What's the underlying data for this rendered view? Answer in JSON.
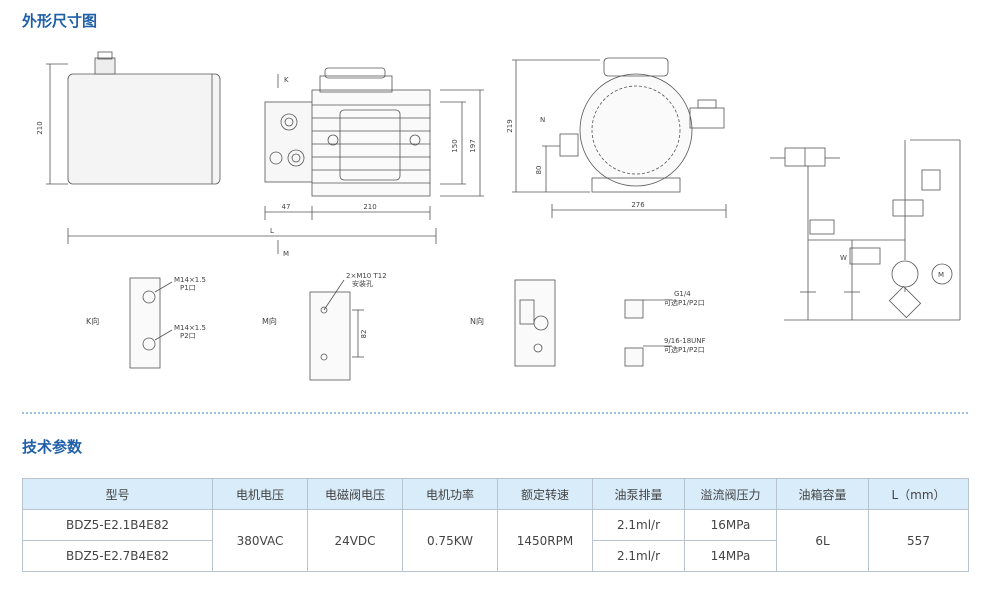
{
  "sections": {
    "dimensions_title": "外形尺寸图",
    "specs_title": "技术参数"
  },
  "drawing": {
    "front_view": {
      "dim_height_total": "210",
      "dim_k": "K",
      "dim_150": "150",
      "dim_197": "197",
      "dim_47": "47",
      "dim_210": "210",
      "dim_l": "L",
      "dim_m": "M"
    },
    "side_view": {
      "dim_219": "219",
      "dim_n": "N",
      "dim_80": "80",
      "dim_276": "276"
    },
    "k_view": {
      "label": "K向",
      "port1_thread": "M14×1.5",
      "port1_name": "P1口",
      "port2_thread": "M14×1.5",
      "port2_name": "P2口"
    },
    "m_view": {
      "label": "M向",
      "mount_note_1": "2×M10 T12",
      "mount_note_2": "安装孔",
      "dim_82": "82"
    },
    "n_view": {
      "label": "N向"
    },
    "port_details": {
      "g14_label": "G1/4",
      "g14_note": "可选P1/P2口",
      "unf_label": "9/16-18UNF",
      "unf_note": "可选P1/P2口"
    },
    "schematic": {
      "label_w": "W",
      "motor_label": "M"
    }
  },
  "table": {
    "headers": [
      "型号",
      "电机电压",
      "电磁阀电压",
      "电机功率",
      "额定转速",
      "油泵排量",
      "溢流阀压力",
      "油箱容量",
      "L（mm）"
    ],
    "rows": [
      {
        "model": "BDZ5-E2.1B4E82",
        "motor_voltage": "380VAC",
        "valve_voltage": "24VDC",
        "motor_power": "0.75KW",
        "rated_speed": "1450RPM",
        "displacement": "2.1ml/r",
        "relief_pressure": "16MPa",
        "tank_capacity": "6L",
        "length": "557"
      },
      {
        "model": "BDZ5-E2.7B4E82",
        "displacement": "2.1ml/r",
        "relief_pressure": "14MPa"
      }
    ]
  }
}
